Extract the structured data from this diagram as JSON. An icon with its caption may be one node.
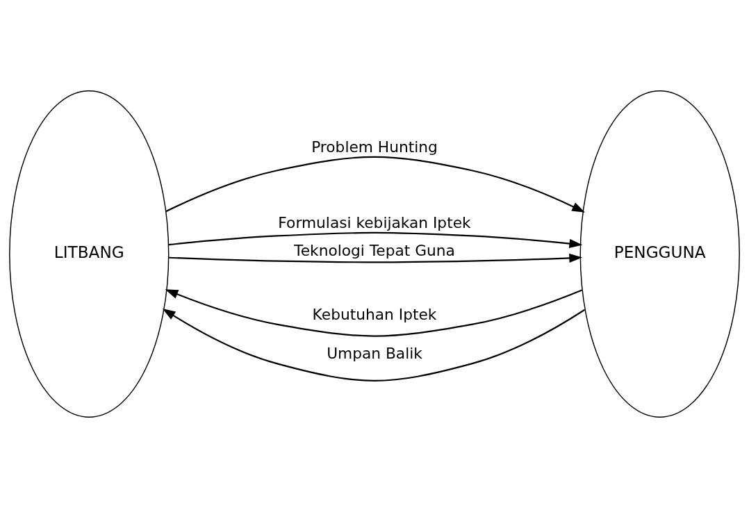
{
  "diagram": {
    "nodes": [
      {
        "text": [
          "LITBANG"
        ]
      },
      {
        "text": [
          "PENGGUNA"
        ]
      }
    ],
    "edges": [
      {
        "from": 0,
        "to": 1,
        "arrow": "to",
        "label": "Problem Hunting"
      },
      {
        "from": 1,
        "to": 0,
        "arrow": "to",
        "label": "Kebutuhan Iptek"
      },
      {
        "from": 0,
        "to": 1,
        "arrow": "to",
        "label": "Formulasi kebijakan Iptek"
      },
      {
        "from": 1,
        "to": 0,
        "arrow": "to",
        "label": "Umpan Balik"
      },
      {
        "from": 0,
        "to": 1,
        "arrow": "to",
        "label": "Teknologi Tepat Guna"
      }
    ]
  }
}
